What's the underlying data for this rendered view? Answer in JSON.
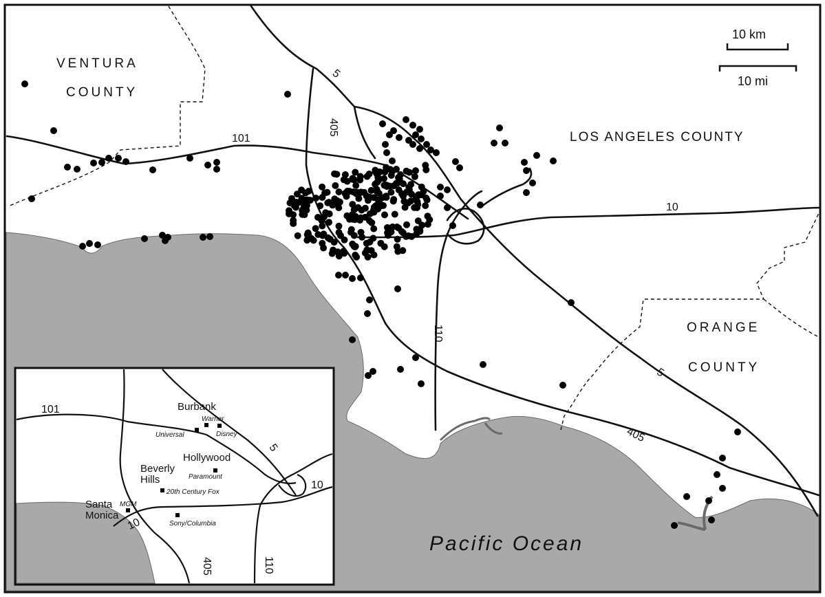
{
  "map": {
    "counties": {
      "ventura_line1": "VENTURA",
      "ventura_line2": "COUNTY",
      "los_angeles": "LOS ANGELES COUNTY",
      "orange_line1": "ORANGE",
      "orange_line2": "COUNTY"
    },
    "ocean": "Pacific Ocean",
    "scale": {
      "km": "10 km",
      "mi": "10 mi"
    },
    "highways": {
      "h101": "101",
      "h5": "5",
      "h405": "405",
      "h10": "10",
      "h110": "110"
    },
    "colors": {
      "water": "#a9a9a9",
      "land": "#ffffff",
      "line": "#111111"
    }
  },
  "inset": {
    "highways": {
      "h101": "101",
      "h5": "5",
      "h405": "405",
      "h10": "10",
      "h110": "110"
    },
    "cities": {
      "burbank": "Burbank",
      "hollywood": "Hollywood",
      "beverly_line1": "Beverly",
      "beverly_line2": "Hills",
      "santa_monica_line1": "Santa",
      "santa_monica_line2": "Monica"
    },
    "studios": {
      "warner": "Warner",
      "universal": "Universal",
      "disney": "Disney",
      "paramount": "Paramount",
      "fox": "20th Century Fox",
      "mgm": "MGM",
      "sony": "Sony/Columbia"
    }
  }
}
